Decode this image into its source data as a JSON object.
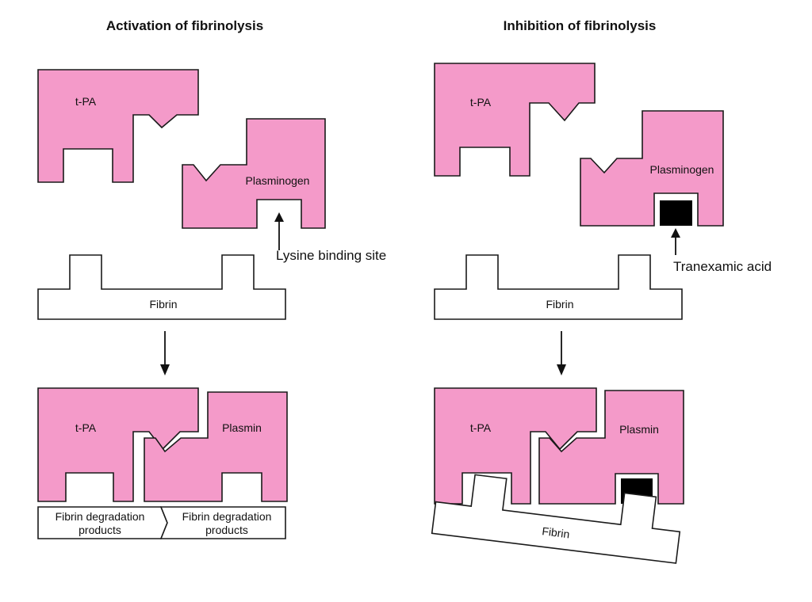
{
  "colors": {
    "protein": "#f49ac9",
    "inhibitor": "#000000",
    "outline": "#1a1a1a"
  },
  "left_panel": {
    "title": "Activation of fibrinolysis",
    "tpa_label": "t-PA",
    "plasminogen_label": "Plasminogen",
    "binding_site_label": "Lysine binding site",
    "fibrin_label": "Fibrin",
    "result": {
      "tpa_label": "t-PA",
      "plasmin_label": "Plasmin",
      "product_left_line1": "Fibrin degradation",
      "product_left_line2": "products",
      "product_right_line1": "Fibrin degradation",
      "product_right_line2": "products"
    }
  },
  "right_panel": {
    "title": "Inhibition of fibrinolysis",
    "tpa_label": "t-PA",
    "plasminogen_label": "Plasminogen",
    "inhibitor_label": "Tranexamic acid",
    "fibrin_label": "Fibrin",
    "result": {
      "tpa_label": "t-PA",
      "plasmin_label": "Plasmin",
      "fibrin_label": "Fibrin"
    }
  }
}
